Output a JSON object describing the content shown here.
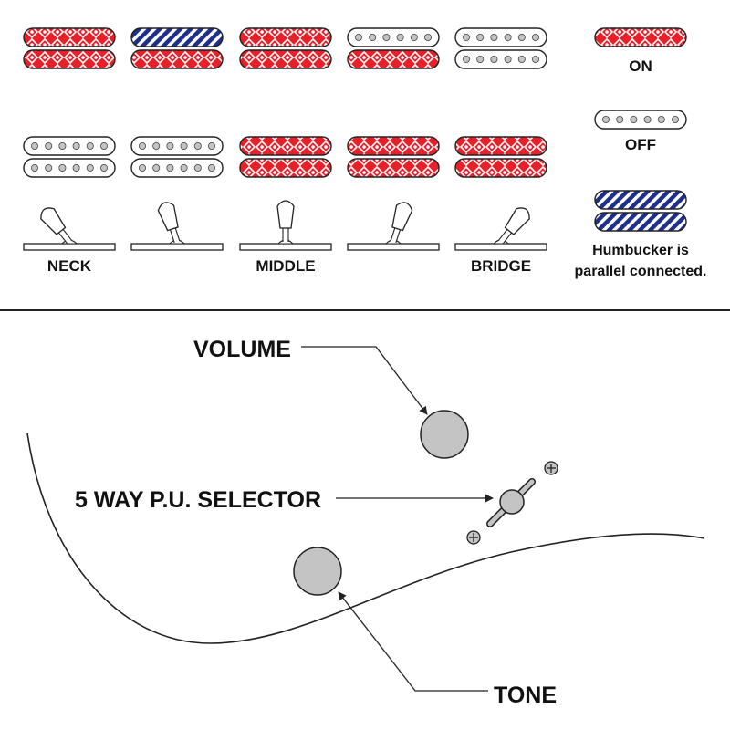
{
  "pickup_chart": {
    "positions": [
      {
        "label": "NECK",
        "top": "on",
        "bottom": "on"
      },
      {
        "label": "",
        "top": "parallel",
        "bottom": "on"
      },
      {
        "label": "MIDDLE",
        "top": "on",
        "bottom": "on"
      },
      {
        "label": "",
        "top": "off",
        "bottom": "on"
      },
      {
        "label": "BRIDGE",
        "top": "off",
        "bottom": "off"
      }
    ],
    "bridge_pickups": [
      "off",
      "off",
      "on",
      "on",
      "on"
    ]
  },
  "legend": {
    "on_label": "ON",
    "off_label": "OFF",
    "parallel_line1": "Humbucker is",
    "parallel_line2": "parallel connected."
  },
  "controls": {
    "volume_label": "VOLUME",
    "selector_label": "5 WAY P.U. SELECTOR",
    "tone_label": "TONE"
  },
  "colors": {
    "on": "#e8202a",
    "parallel": "#1e2f8c",
    "off": "#ffffff",
    "knob": "#c4c4c4",
    "ink": "#222222"
  }
}
